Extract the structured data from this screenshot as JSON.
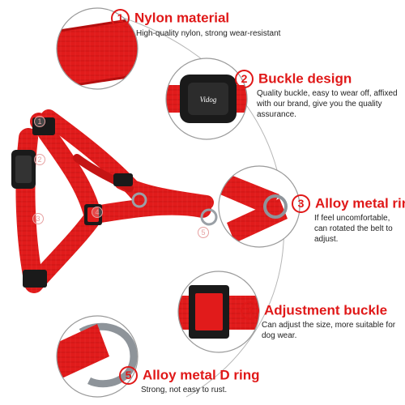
{
  "colors": {
    "accent": "#e01818",
    "strap": "#e11b1b",
    "buckle": "#1a1a1a",
    "metal": "#9aa0a6"
  },
  "features": [
    {
      "num": "1",
      "title": "Nylon material",
      "desc": "High-quality nylon, strong wear-resistant"
    },
    {
      "num": "2",
      "title": "Buckle design",
      "desc": "Quality buckle, easy to wear off, affixed with our brand, give you the quality assurance."
    },
    {
      "num": "3",
      "title": "Alloy metal ring",
      "desc": "If feel uncomfortable, can rotated the belt to adjust."
    },
    {
      "num": "4",
      "title": "Adjustment buckle",
      "desc": "Can adjust the size, more suitable for dog wear."
    },
    {
      "num": "5",
      "title": "Alloy metal D ring",
      "desc": "Strong, not easy to rust."
    }
  ],
  "markers": [
    "1",
    "2",
    "3",
    "4",
    "5"
  ],
  "brand": "Vidog"
}
